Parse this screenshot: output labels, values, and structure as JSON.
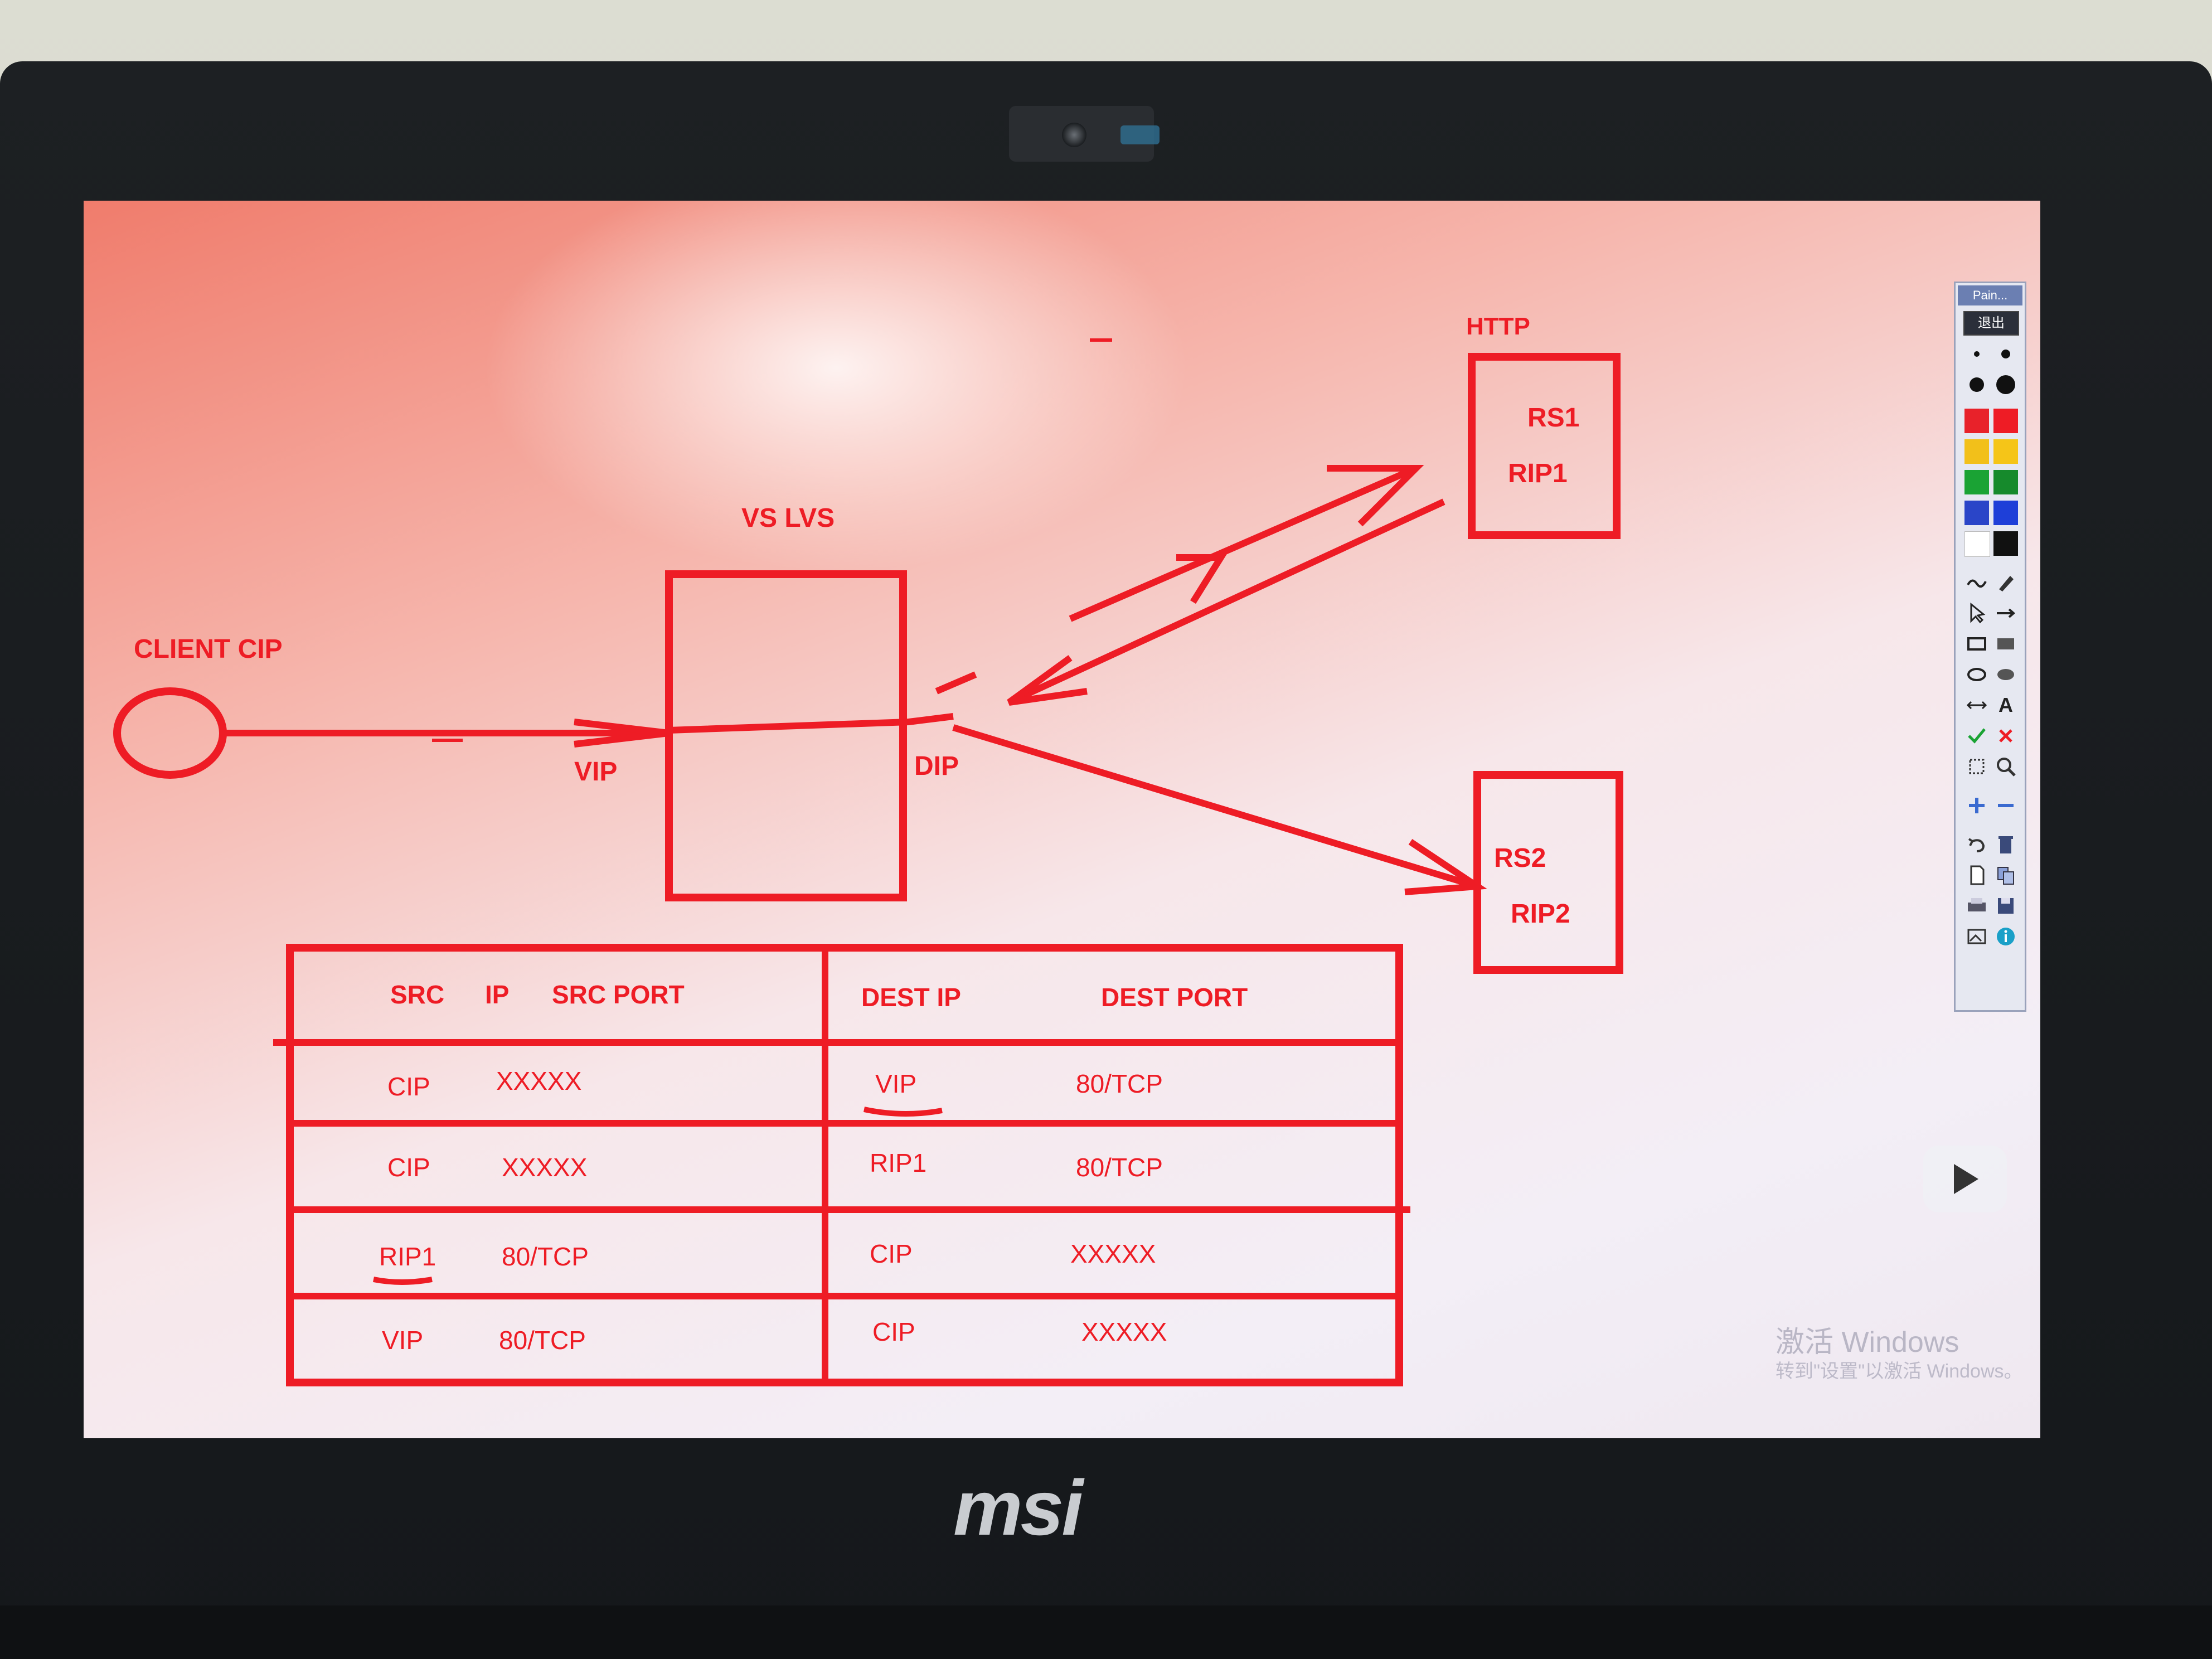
{
  "diagram": {
    "client_label": "CLIENT CIP",
    "lvs_label": "VS LVS",
    "vip_label": "VIP",
    "dip_label": "DIP",
    "http_label": "HTTP",
    "rs1_name": "RS1",
    "rs1_ip": "RIP1",
    "rs2_name": "RS2",
    "rs2_ip": "RIP2"
  },
  "table": {
    "headers": {
      "src_ip": "SRC",
      "src_ip_2": "IP",
      "src_port": "SRC PORT",
      "dest_ip": "DEST IP",
      "dest_port": "DEST PORT"
    },
    "rows": [
      {
        "src": "CIP",
        "src_port": "XXXXX",
        "dest": "VIP",
        "dest_port": "80/TCP"
      },
      {
        "src": "CIP",
        "src_port": "XXXXX",
        "dest": "RIP1",
        "dest_port": "80/TCP"
      },
      {
        "src": "RIP1",
        "src_port": "80/TCP",
        "dest": "CIP",
        "dest_port": "XXXXX"
      },
      {
        "src": "VIP",
        "src_port": "80/TCP",
        "dest": "CIP",
        "dest_port": "XXXXX"
      }
    ]
  },
  "toolbar": {
    "title": "Pain...",
    "exit_label": "退出",
    "text_tool": "A",
    "palette": [
      "#ee1c25",
      "#f5c518",
      "#1aa334",
      "#1e3fd8",
      "#ffffff",
      "#111111"
    ]
  },
  "watermark": {
    "line1": "激活 Windows",
    "line2": "转到\"设置\"以激活 Windows。"
  },
  "device": {
    "brand": "msi"
  },
  "colors": {
    "ink": "#ee1c25"
  }
}
